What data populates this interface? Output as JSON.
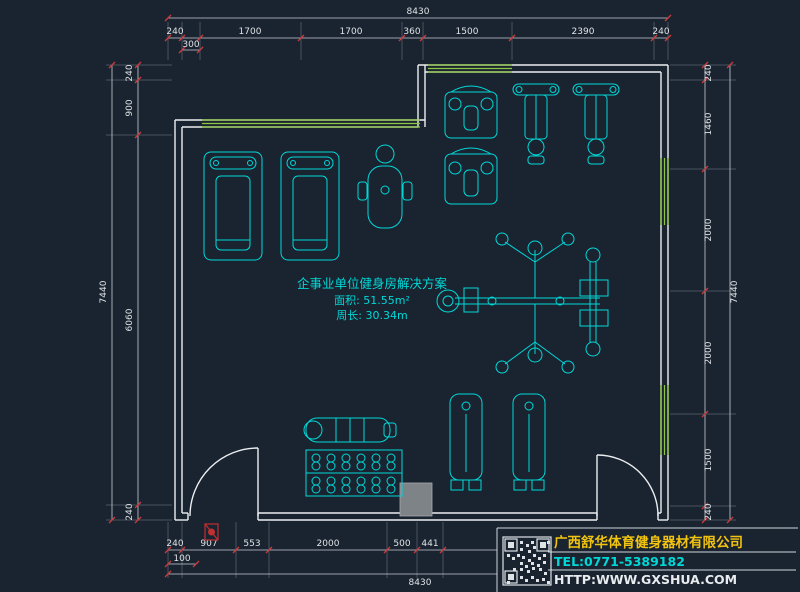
{
  "drawing": {
    "plan_title": "企事业单位健身房解决方案",
    "plan_area": "面积: 51.55m²",
    "plan_perimeter": "周长: 30.34m"
  },
  "dims": {
    "top_overall": "8430",
    "top": [
      "240",
      "1700",
      "1700",
      "360",
      "1500",
      "2390",
      "240"
    ],
    "top_small": "300",
    "left": [
      "240",
      "900",
      "6060",
      "240"
    ],
    "left_overall": "7440",
    "right": [
      "240",
      "1460",
      "2000",
      "2000",
      "1500",
      "240"
    ],
    "right_overall": "7440",
    "bottom": [
      "240",
      "907",
      "553",
      "2000",
      "500",
      "441"
    ],
    "bottom_small": "100",
    "bottom_overall": "8430"
  },
  "title_block": {
    "company": "广西舒华体育健身器材有限公司",
    "tel": "TEL:0771-5389182",
    "url": "HTTP:WWW.GXSHUA.COM"
  },
  "colors": {
    "background": "#1a2330",
    "walls": "#eceff1",
    "windows": "#8dc63f",
    "equipment": "#00d8d8",
    "dimension_ticks": "#cf3a3a",
    "company_text": "#f2c40f",
    "contact_text": "#00d8d8"
  }
}
